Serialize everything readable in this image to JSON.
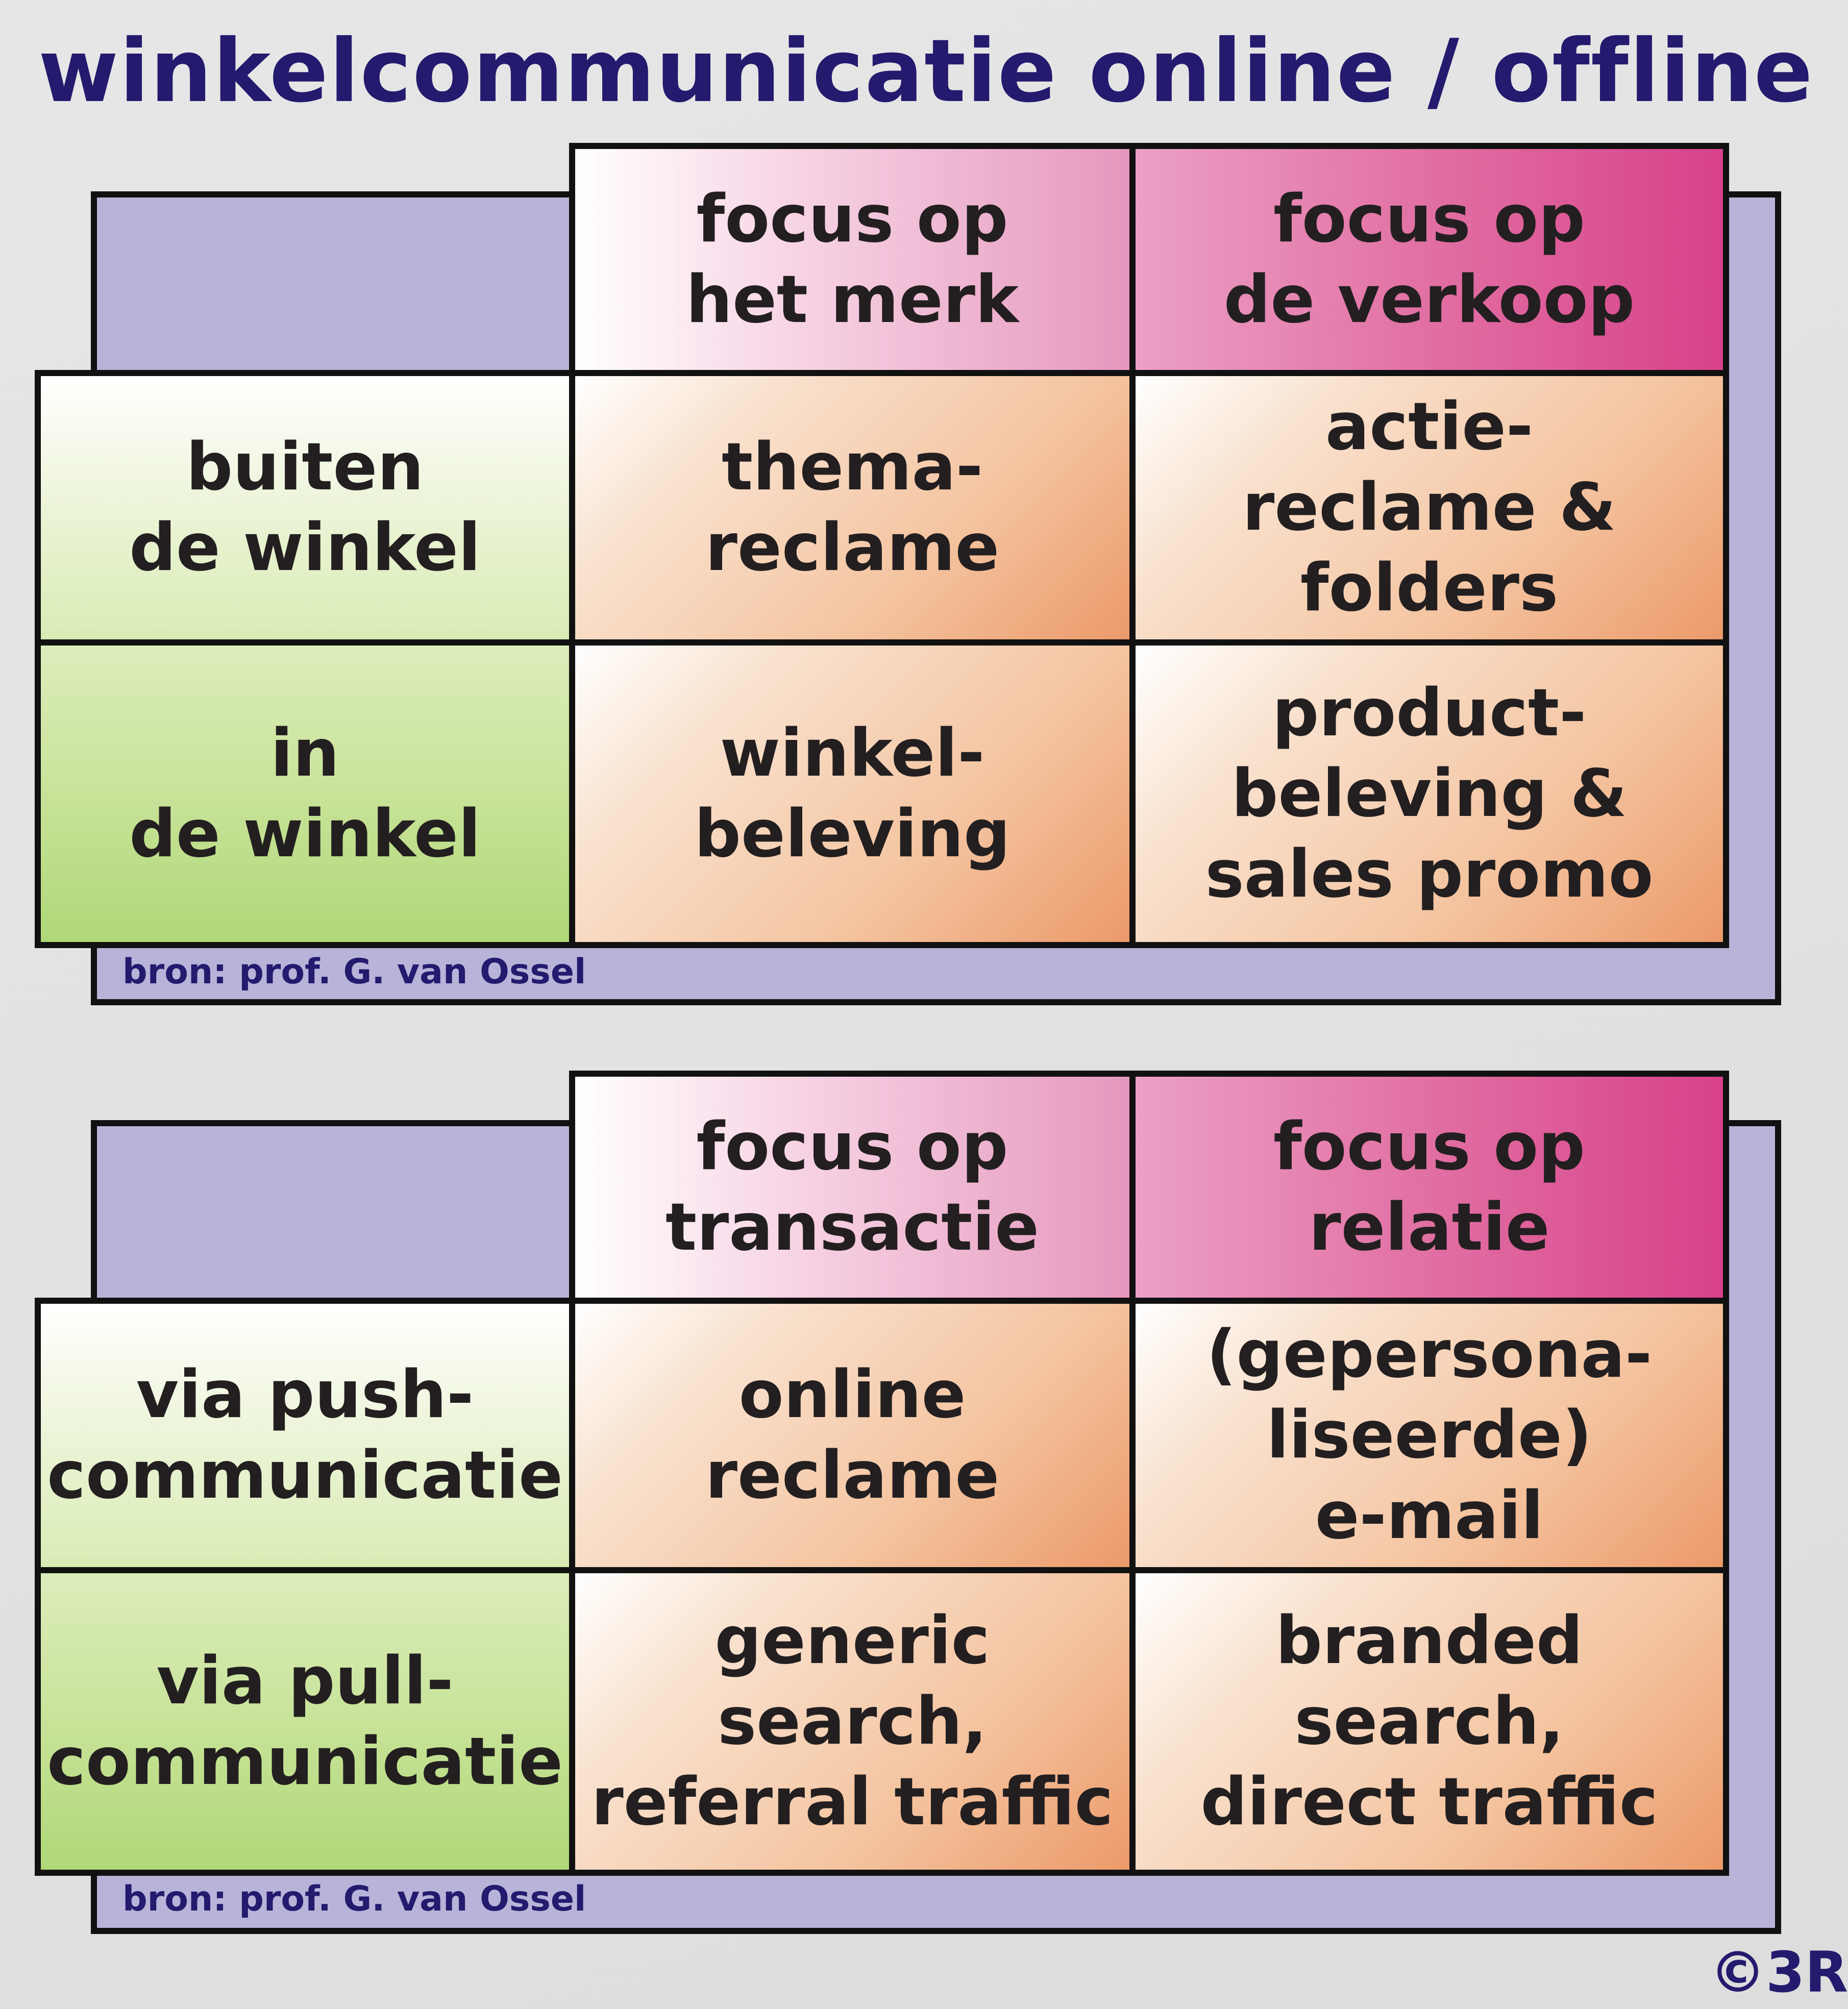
{
  "title": "winkelcommunicatie online / offline",
  "colors": {
    "title": "#241a6e",
    "header_light": "#f7d3e4",
    "header_dark": "#d8418a",
    "row_green_light": "#eef5dc",
    "row_green_dark": "#afd778",
    "cell_orange": "#f4c4a0",
    "shadow": "#b8b3d8",
    "border": "#111111"
  },
  "matrix_offline": {
    "columns": [
      "focus op\nhet merk",
      "focus op\nde verkoop"
    ],
    "rows": [
      {
        "label": "buiten\nde winkel",
        "cells": [
          "thema-\nreclame",
          "actie-\nreclame &\nfolders"
        ]
      },
      {
        "label": "in\nde winkel",
        "cells": [
          "winkel-\nbeleving",
          "product-\nbeleving &\nsales promo"
        ]
      }
    ],
    "source": "bron: prof. G. van Ossel"
  },
  "matrix_online": {
    "columns": [
      "focus op\ntransactie",
      "focus op\nrelatie"
    ],
    "rows": [
      {
        "label": "via push-\ncommunicatie",
        "cells": [
          "online\nreclame",
          "(gepersona-\nliseerde)\ne-mail"
        ]
      },
      {
        "label": "via pull-\ncommunicatie",
        "cells": [
          "generic\nsearch,\nreferral traffic",
          "branded\nsearch,\ndirect traffic"
        ]
      }
    ],
    "source": "bron: prof. G. van Ossel"
  },
  "logo": "©3R"
}
